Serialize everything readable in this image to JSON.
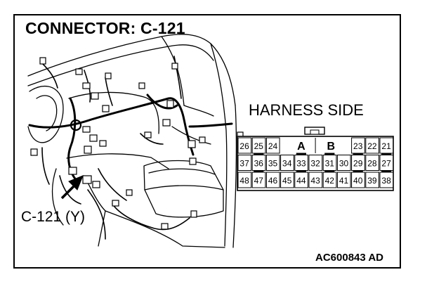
{
  "header": {
    "title": "CONNECTOR: C-121"
  },
  "connector": {
    "side_label": "HARNESS SIDE",
    "rows": [
      [
        "26",
        "25",
        "24",
        "",
        "",
        "",
        "",
        "",
        "23",
        "22",
        "21"
      ],
      [
        "37",
        "36",
        "35",
        "34",
        "33",
        "32",
        "31",
        "30",
        "29",
        "28",
        "27"
      ],
      [
        "48",
        "47",
        "46",
        "45",
        "44",
        "43",
        "42",
        "41",
        "40",
        "39",
        "38"
      ]
    ],
    "section_a": "A",
    "section_b": "B"
  },
  "callout": {
    "label": "C-121 (Y)"
  },
  "footer": {
    "code": "AC600843 AD"
  }
}
